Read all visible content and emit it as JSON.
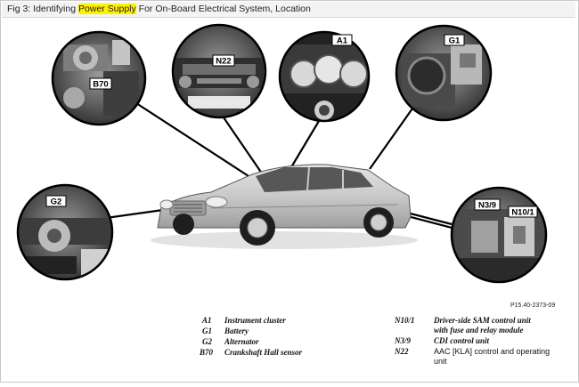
{
  "title": {
    "prefix": "Fig 3: Identifying ",
    "highlight": "Power Supply",
    "suffix": " For On-Board Electrical System, Location"
  },
  "callouts": {
    "b70": "B70",
    "n22": "N22",
    "a1": "A1",
    "g1": "G1",
    "g2": "G2",
    "n39": "N3/9",
    "n101": "N10/1"
  },
  "figure_ref": "P15.40-2373-09",
  "legend": {
    "left": [
      {
        "code": "A1",
        "desc": "Instrument cluster"
      },
      {
        "code": "G1",
        "desc": "Battery"
      },
      {
        "code": "G2",
        "desc": "Alternator"
      },
      {
        "code": "B70",
        "desc": "Crankshaft Hall sensor"
      }
    ],
    "right": [
      {
        "code": "N10/1",
        "desc": "Driver-side SAM control unit",
        "desc2": "with fuse and relay module"
      },
      {
        "code": "N3/9",
        "desc": "CDI control unit"
      },
      {
        "code": "N22",
        "desc": "AAC [KLA] control and operating",
        "desc2": "unit"
      }
    ]
  }
}
